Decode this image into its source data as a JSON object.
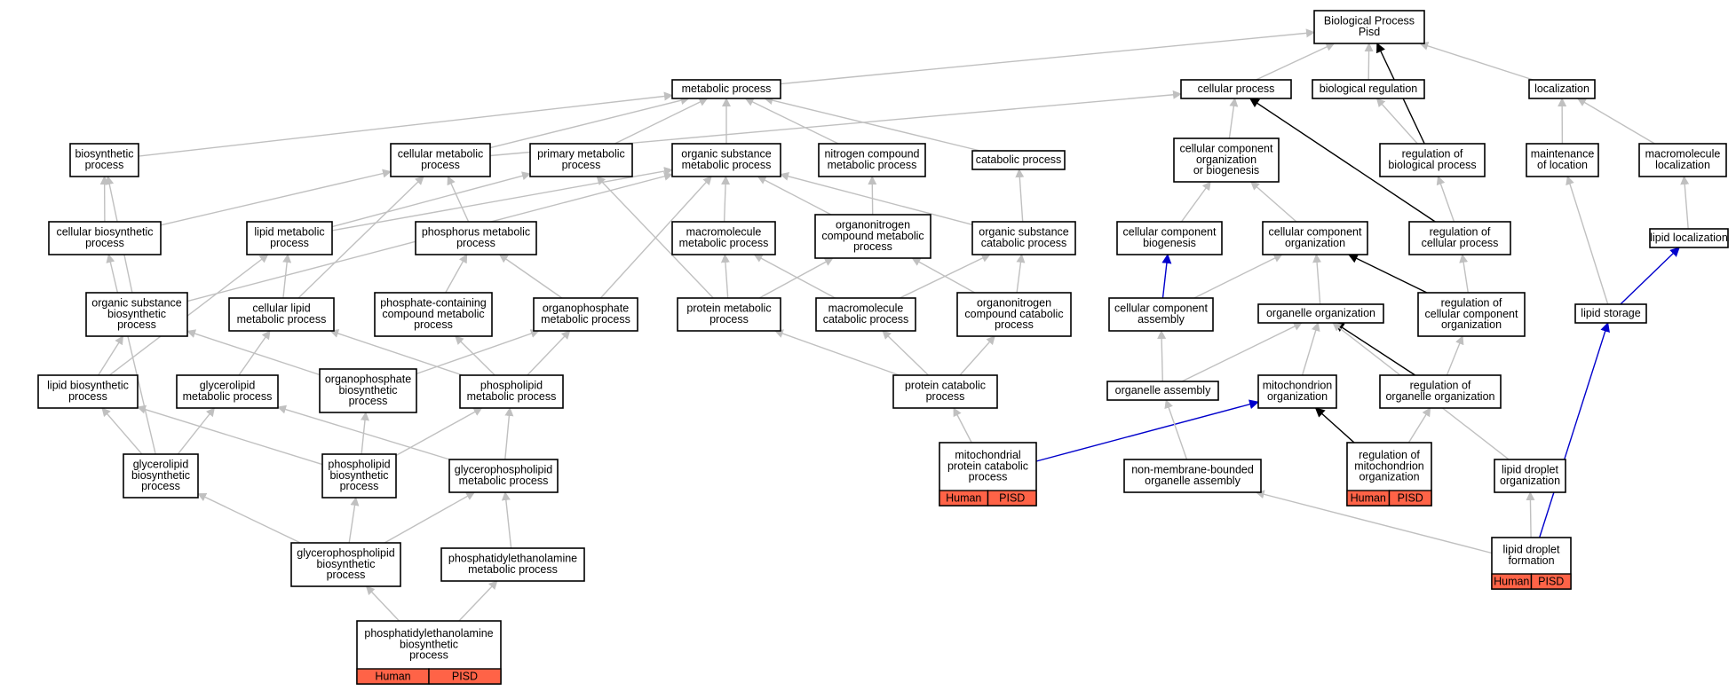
{
  "colors": {
    "is_a": "#c0c0c0",
    "part_of": "#000000",
    "regulates": "#000000",
    "has_part": "#0000cc",
    "annotation": "#ff6347"
  },
  "nodes": [
    {
      "id": "bp",
      "lines": [
        "Biological Process",
        "Pisd"
      ]
    },
    {
      "id": "mp",
      "lines": [
        "metabolic process"
      ]
    },
    {
      "id": "cp",
      "lines": [
        "cellular process"
      ]
    },
    {
      "id": "br",
      "lines": [
        "biological regulation"
      ]
    },
    {
      "id": "loc",
      "lines": [
        "localization"
      ]
    },
    {
      "id": "bsp",
      "lines": [
        "biosynthetic",
        "process"
      ]
    },
    {
      "id": "cmp",
      "lines": [
        "cellular metabolic",
        "process"
      ]
    },
    {
      "id": "pmp",
      "lines": [
        "primary metabolic",
        "process"
      ]
    },
    {
      "id": "osmp",
      "lines": [
        "organic substance",
        "metabolic process"
      ]
    },
    {
      "id": "ncmp",
      "lines": [
        "nitrogen compound",
        "metabolic process"
      ]
    },
    {
      "id": "catp",
      "lines": [
        "catabolic process"
      ]
    },
    {
      "id": "ccob",
      "lines": [
        "cellular component",
        "organization",
        "or biogenesis"
      ]
    },
    {
      "id": "rbp",
      "lines": [
        "regulation of",
        "biological process"
      ]
    },
    {
      "id": "mol",
      "lines": [
        "maintenance",
        "of location"
      ]
    },
    {
      "id": "mml",
      "lines": [
        "macromolecule",
        "localization"
      ]
    },
    {
      "id": "cbsp",
      "lines": [
        "cellular biosynthetic",
        "process"
      ]
    },
    {
      "id": "lmp",
      "lines": [
        "lipid metabolic",
        "process"
      ]
    },
    {
      "id": "phmp",
      "lines": [
        "phosphorus metabolic",
        "process"
      ]
    },
    {
      "id": "macmp",
      "lines": [
        "macromolecule",
        "metabolic process"
      ]
    },
    {
      "id": "oncmp",
      "lines": [
        "organonitrogen",
        "compound metabolic",
        "process"
      ]
    },
    {
      "id": "oscp",
      "lines": [
        "organic substance",
        "catabolic process"
      ]
    },
    {
      "id": "ccb",
      "lines": [
        "cellular component",
        "biogenesis"
      ]
    },
    {
      "id": "cco",
      "lines": [
        "cellular component",
        "organization"
      ]
    },
    {
      "id": "rcp",
      "lines": [
        "regulation of",
        "cellular process"
      ]
    },
    {
      "id": "ll",
      "lines": [
        "lipid localization"
      ]
    },
    {
      "id": "osbp",
      "lines": [
        "organic substance",
        "biosynthetic",
        "process"
      ]
    },
    {
      "id": "clmp",
      "lines": [
        "cellular lipid",
        "metabolic process"
      ]
    },
    {
      "id": "pccmp",
      "lines": [
        "phosphate-containing",
        "compound metabolic",
        "process"
      ]
    },
    {
      "id": "opmp",
      "lines": [
        "organophosphate",
        "metabolic process"
      ]
    },
    {
      "id": "prmp",
      "lines": [
        "protein metabolic",
        "process"
      ]
    },
    {
      "id": "mcp",
      "lines": [
        "macromolecule",
        "catabolic process"
      ]
    },
    {
      "id": "onccp",
      "lines": [
        "organonitrogen",
        "compound catabolic",
        "process"
      ]
    },
    {
      "id": "cca",
      "lines": [
        "cellular component",
        "assembly"
      ]
    },
    {
      "id": "oo",
      "lines": [
        "organelle organization"
      ]
    },
    {
      "id": "rcco",
      "lines": [
        "regulation of",
        "cellular component",
        "organization"
      ]
    },
    {
      "id": "ls",
      "lines": [
        "lipid storage"
      ]
    },
    {
      "id": "lbp",
      "lines": [
        "lipid biosynthetic",
        "process"
      ]
    },
    {
      "id": "glmp",
      "lines": [
        "glycerolipid",
        "metabolic process"
      ]
    },
    {
      "id": "opbp",
      "lines": [
        "organophosphate",
        "biosynthetic",
        "process"
      ]
    },
    {
      "id": "plmp",
      "lines": [
        "phospholipid",
        "metabolic process"
      ]
    },
    {
      "id": "prcp",
      "lines": [
        "protein catabolic",
        "process"
      ]
    },
    {
      "id": "oa",
      "lines": [
        "organelle assembly"
      ]
    },
    {
      "id": "mo",
      "lines": [
        "mitochondrion",
        "organization"
      ]
    },
    {
      "id": "roo",
      "lines": [
        "regulation of",
        "organelle organization"
      ]
    },
    {
      "id": "glbp",
      "lines": [
        "glycerolipid",
        "biosynthetic",
        "process"
      ]
    },
    {
      "id": "plbp",
      "lines": [
        "phospholipid",
        "biosynthetic",
        "process"
      ]
    },
    {
      "id": "gpmp",
      "lines": [
        "glycerophospholipid",
        "metabolic process"
      ]
    },
    {
      "id": "mpcp",
      "lines": [
        "mitochondrial",
        "protein catabolic",
        "process"
      ],
      "annotations": [
        "Human",
        "PISD"
      ]
    },
    {
      "id": "nmboa",
      "lines": [
        "non-membrane-bounded",
        "organelle assembly"
      ]
    },
    {
      "id": "rmo",
      "lines": [
        "regulation of",
        "mitochondrion",
        "organization"
      ],
      "annotations": [
        "Human",
        "PISD"
      ]
    },
    {
      "id": "ldo",
      "lines": [
        "lipid droplet",
        "organization"
      ]
    },
    {
      "id": "gpbp",
      "lines": [
        "glycerophospholipid",
        "biosynthetic",
        "process"
      ]
    },
    {
      "id": "pemp",
      "lines": [
        "phosphatidylethanolamine",
        "metabolic process"
      ]
    },
    {
      "id": "ldf",
      "lines": [
        "lipid droplet",
        "formation"
      ],
      "annotations": [
        "Human",
        "PISD"
      ]
    },
    {
      "id": "pebp",
      "lines": [
        "phosphatidylethanolamine",
        "biosynthetic",
        "process"
      ],
      "annotations": [
        "Human",
        "PISD"
      ]
    }
  ],
  "edges": [
    {
      "from": "mp",
      "to": "bp",
      "type": "is_a"
    },
    {
      "from": "cp",
      "to": "bp",
      "type": "is_a"
    },
    {
      "from": "br",
      "to": "bp",
      "type": "is_a"
    },
    {
      "from": "rbp",
      "to": "bp",
      "type": "regulates"
    },
    {
      "from": "loc",
      "to": "bp",
      "type": "is_a"
    },
    {
      "from": "bsp",
      "to": "mp",
      "type": "is_a"
    },
    {
      "from": "cmp",
      "to": "mp",
      "type": "is_a"
    },
    {
      "from": "cmp",
      "to": "cp",
      "type": "is_a"
    },
    {
      "from": "pmp",
      "to": "mp",
      "type": "is_a"
    },
    {
      "from": "osmp",
      "to": "mp",
      "type": "is_a"
    },
    {
      "from": "ncmp",
      "to": "mp",
      "type": "is_a"
    },
    {
      "from": "catp",
      "to": "mp",
      "type": "is_a"
    },
    {
      "from": "ccob",
      "to": "cp",
      "type": "is_a"
    },
    {
      "from": "rcp",
      "to": "cp",
      "type": "regulates"
    },
    {
      "from": "rbp",
      "to": "br",
      "type": "is_a"
    },
    {
      "from": "mol",
      "to": "loc",
      "type": "is_a"
    },
    {
      "from": "mml",
      "to": "loc",
      "type": "is_a"
    },
    {
      "from": "cbsp",
      "to": "bsp",
      "type": "is_a"
    },
    {
      "from": "cbsp",
      "to": "cmp",
      "type": "is_a"
    },
    {
      "from": "lmp",
      "to": "pmp",
      "type": "is_a"
    },
    {
      "from": "lmp",
      "to": "osmp",
      "type": "is_a"
    },
    {
      "from": "phmp",
      "to": "cmp",
      "type": "is_a"
    },
    {
      "from": "macmp",
      "to": "osmp",
      "type": "is_a"
    },
    {
      "from": "oncmp",
      "to": "osmp",
      "type": "is_a"
    },
    {
      "from": "oncmp",
      "to": "ncmp",
      "type": "is_a"
    },
    {
      "from": "oscp",
      "to": "osmp",
      "type": "is_a"
    },
    {
      "from": "oscp",
      "to": "catp",
      "type": "is_a"
    },
    {
      "from": "ccb",
      "to": "ccob",
      "type": "is_a"
    },
    {
      "from": "cco",
      "to": "ccob",
      "type": "is_a"
    },
    {
      "from": "rcp",
      "to": "rbp",
      "type": "is_a"
    },
    {
      "from": "ll",
      "to": "mml",
      "type": "is_a"
    },
    {
      "from": "osbp",
      "to": "bsp",
      "type": "is_a"
    },
    {
      "from": "osbp",
      "to": "osmp",
      "type": "is_a"
    },
    {
      "from": "clmp",
      "to": "lmp",
      "type": "is_a"
    },
    {
      "from": "clmp",
      "to": "cmp",
      "type": "is_a"
    },
    {
      "from": "pccmp",
      "to": "phmp",
      "type": "is_a"
    },
    {
      "from": "opmp",
      "to": "phmp",
      "type": "is_a"
    },
    {
      "from": "opmp",
      "to": "osmp",
      "type": "is_a"
    },
    {
      "from": "prmp",
      "to": "macmp",
      "type": "is_a"
    },
    {
      "from": "prmp",
      "to": "oncmp",
      "type": "is_a"
    },
    {
      "from": "prmp",
      "to": "pmp",
      "type": "is_a"
    },
    {
      "from": "mcp",
      "to": "macmp",
      "type": "is_a"
    },
    {
      "from": "mcp",
      "to": "oscp",
      "type": "is_a"
    },
    {
      "from": "onccp",
      "to": "oncmp",
      "type": "is_a"
    },
    {
      "from": "onccp",
      "to": "oscp",
      "type": "is_a"
    },
    {
      "from": "cca",
      "to": "ccb",
      "type": "has_part"
    },
    {
      "from": "cca",
      "to": "cco",
      "type": "is_a"
    },
    {
      "from": "oo",
      "to": "cco",
      "type": "is_a"
    },
    {
      "from": "rcco",
      "to": "cco",
      "type": "regulates"
    },
    {
      "from": "rcco",
      "to": "rcp",
      "type": "is_a"
    },
    {
      "from": "ls",
      "to": "mol",
      "type": "is_a"
    },
    {
      "from": "ls",
      "to": "ll",
      "type": "has_part"
    },
    {
      "from": "lbp",
      "to": "lmp",
      "type": "is_a"
    },
    {
      "from": "lbp",
      "to": "osbp",
      "type": "is_a"
    },
    {
      "from": "glmp",
      "to": "clmp",
      "type": "is_a"
    },
    {
      "from": "opbp",
      "to": "osbp",
      "type": "is_a"
    },
    {
      "from": "opbp",
      "to": "opmp",
      "type": "is_a"
    },
    {
      "from": "plmp",
      "to": "clmp",
      "type": "is_a"
    },
    {
      "from": "plmp",
      "to": "pccmp",
      "type": "is_a"
    },
    {
      "from": "plmp",
      "to": "opmp",
      "type": "is_a"
    },
    {
      "from": "prcp",
      "to": "prmp",
      "type": "is_a"
    },
    {
      "from": "prcp",
      "to": "mcp",
      "type": "is_a"
    },
    {
      "from": "prcp",
      "to": "onccp",
      "type": "is_a"
    },
    {
      "from": "oa",
      "to": "cca",
      "type": "is_a"
    },
    {
      "from": "oa",
      "to": "oo",
      "type": "is_a"
    },
    {
      "from": "mo",
      "to": "oo",
      "type": "is_a"
    },
    {
      "from": "roo",
      "to": "oo",
      "type": "regulates"
    },
    {
      "from": "roo",
      "to": "rcco",
      "type": "is_a"
    },
    {
      "from": "glbp",
      "to": "lbp",
      "type": "is_a"
    },
    {
      "from": "glbp",
      "to": "glmp",
      "type": "is_a"
    },
    {
      "from": "glbp",
      "to": "cbsp",
      "type": "is_a"
    },
    {
      "from": "plbp",
      "to": "lbp",
      "type": "is_a"
    },
    {
      "from": "plbp",
      "to": "opbp",
      "type": "is_a"
    },
    {
      "from": "plbp",
      "to": "plmp",
      "type": "is_a"
    },
    {
      "from": "gpmp",
      "to": "glmp",
      "type": "is_a"
    },
    {
      "from": "gpmp",
      "to": "plmp",
      "type": "is_a"
    },
    {
      "from": "mpcp",
      "to": "prcp",
      "type": "is_a"
    },
    {
      "from": "mpcp",
      "to": "mo",
      "type": "has_part"
    },
    {
      "from": "nmboa",
      "to": "oa",
      "type": "is_a"
    },
    {
      "from": "rmo",
      "to": "mo",
      "type": "regulates"
    },
    {
      "from": "rmo",
      "to": "roo",
      "type": "is_a"
    },
    {
      "from": "ldo",
      "to": "oo",
      "type": "is_a"
    },
    {
      "from": "gpbp",
      "to": "glbp",
      "type": "is_a"
    },
    {
      "from": "gpbp",
      "to": "plbp",
      "type": "is_a"
    },
    {
      "from": "gpbp",
      "to": "gpmp",
      "type": "is_a"
    },
    {
      "from": "pemp",
      "to": "gpmp",
      "type": "is_a"
    },
    {
      "from": "ldf",
      "to": "ldo",
      "type": "is_a"
    },
    {
      "from": "ldf",
      "to": "nmboa",
      "type": "is_a"
    },
    {
      "from": "ldf",
      "to": "ls",
      "type": "has_part"
    },
    {
      "from": "pebp",
      "to": "gpbp",
      "type": "is_a"
    },
    {
      "from": "pebp",
      "to": "pemp",
      "type": "is_a"
    }
  ]
}
